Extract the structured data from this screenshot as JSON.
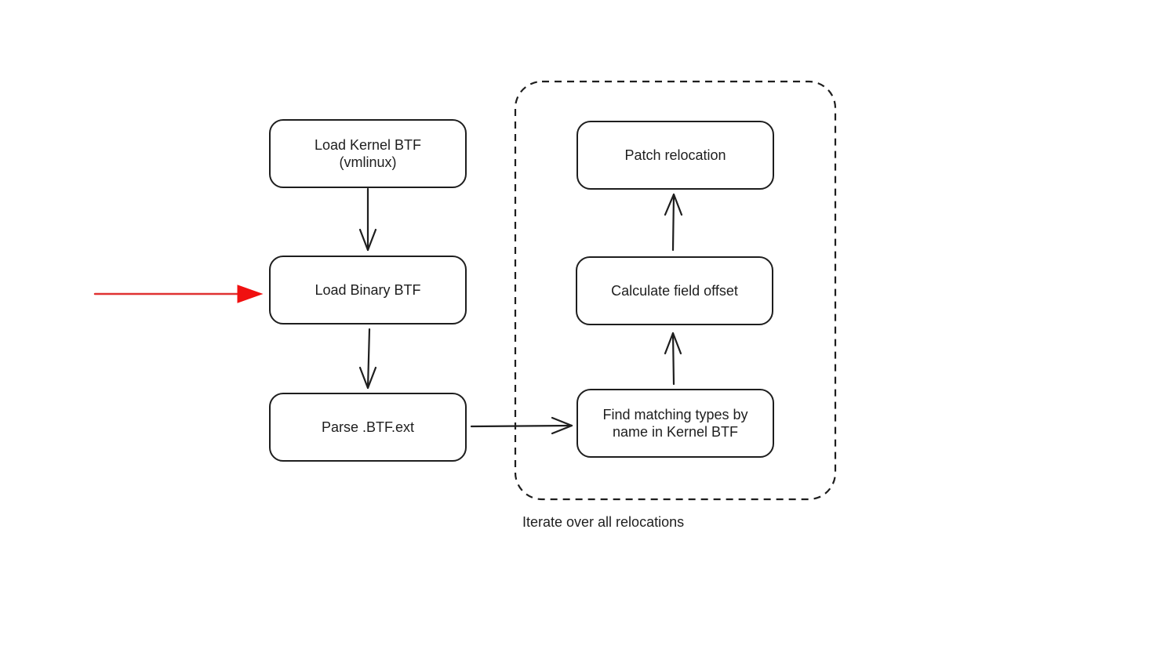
{
  "colors": {
    "stroke": "#1e1e1e",
    "highlight_arrow": "#e03131",
    "highlight_arrow_head": "#f01010",
    "background": "#ffffff"
  },
  "nodes": {
    "load_kernel_btf": "Load Kernel BTF\n(vmlinux)",
    "load_binary_btf": "Load Binary BTF",
    "parse_btf_ext": "Parse .BTF.ext",
    "find_matching_types": "Find matching types by\nname in Kernel BTF",
    "calculate_field_offset": "Calculate field offset",
    "patch_relocation": "Patch relocation"
  },
  "group": {
    "label": "Iterate over all relocations"
  },
  "edges": [
    {
      "from": "load_kernel_btf",
      "to": "load_binary_btf"
    },
    {
      "from": "load_binary_btf",
      "to": "parse_btf_ext"
    },
    {
      "from": "parse_btf_ext",
      "to": "find_matching_types"
    },
    {
      "from": "find_matching_types",
      "to": "calculate_field_offset"
    },
    {
      "from": "calculate_field_offset",
      "to": "patch_relocation"
    }
  ],
  "highlight": {
    "target": "load_binary_btf"
  }
}
